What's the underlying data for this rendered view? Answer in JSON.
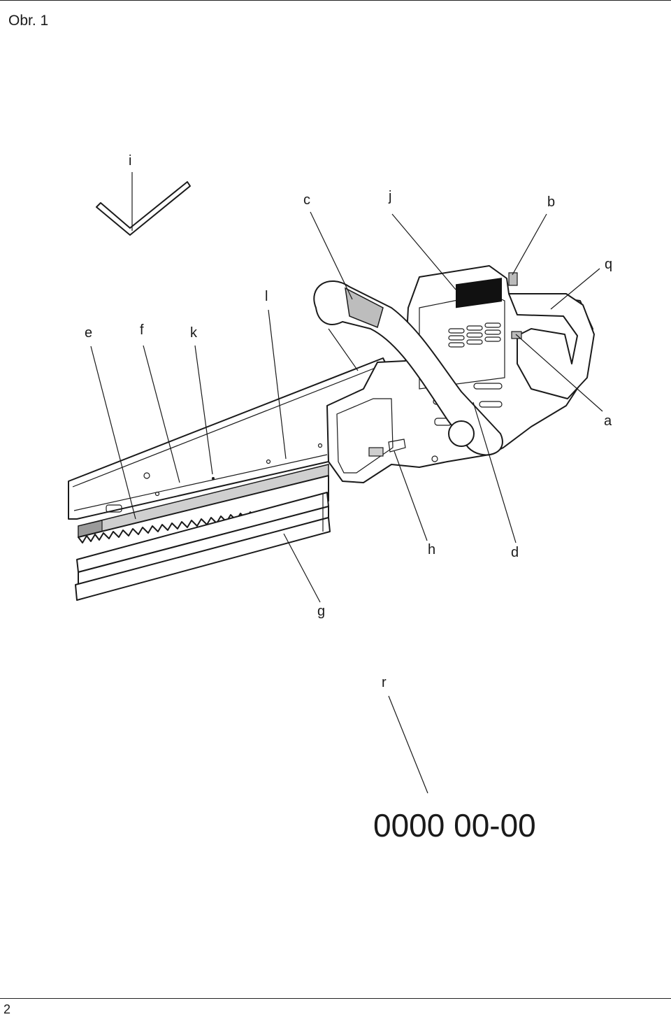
{
  "header": {
    "figure_title": "Obr. 1"
  },
  "footer": {
    "page_number": "2"
  },
  "labels": {
    "i": "i",
    "c": "c",
    "j": "j",
    "b": "b",
    "q": "q",
    "l": "l",
    "e": "e",
    "f": "f",
    "k": "k",
    "a": "a",
    "h": "h",
    "d": "d",
    "g": "g",
    "r": "r"
  },
  "serial_plate": {
    "text": "0000 00-00"
  }
}
